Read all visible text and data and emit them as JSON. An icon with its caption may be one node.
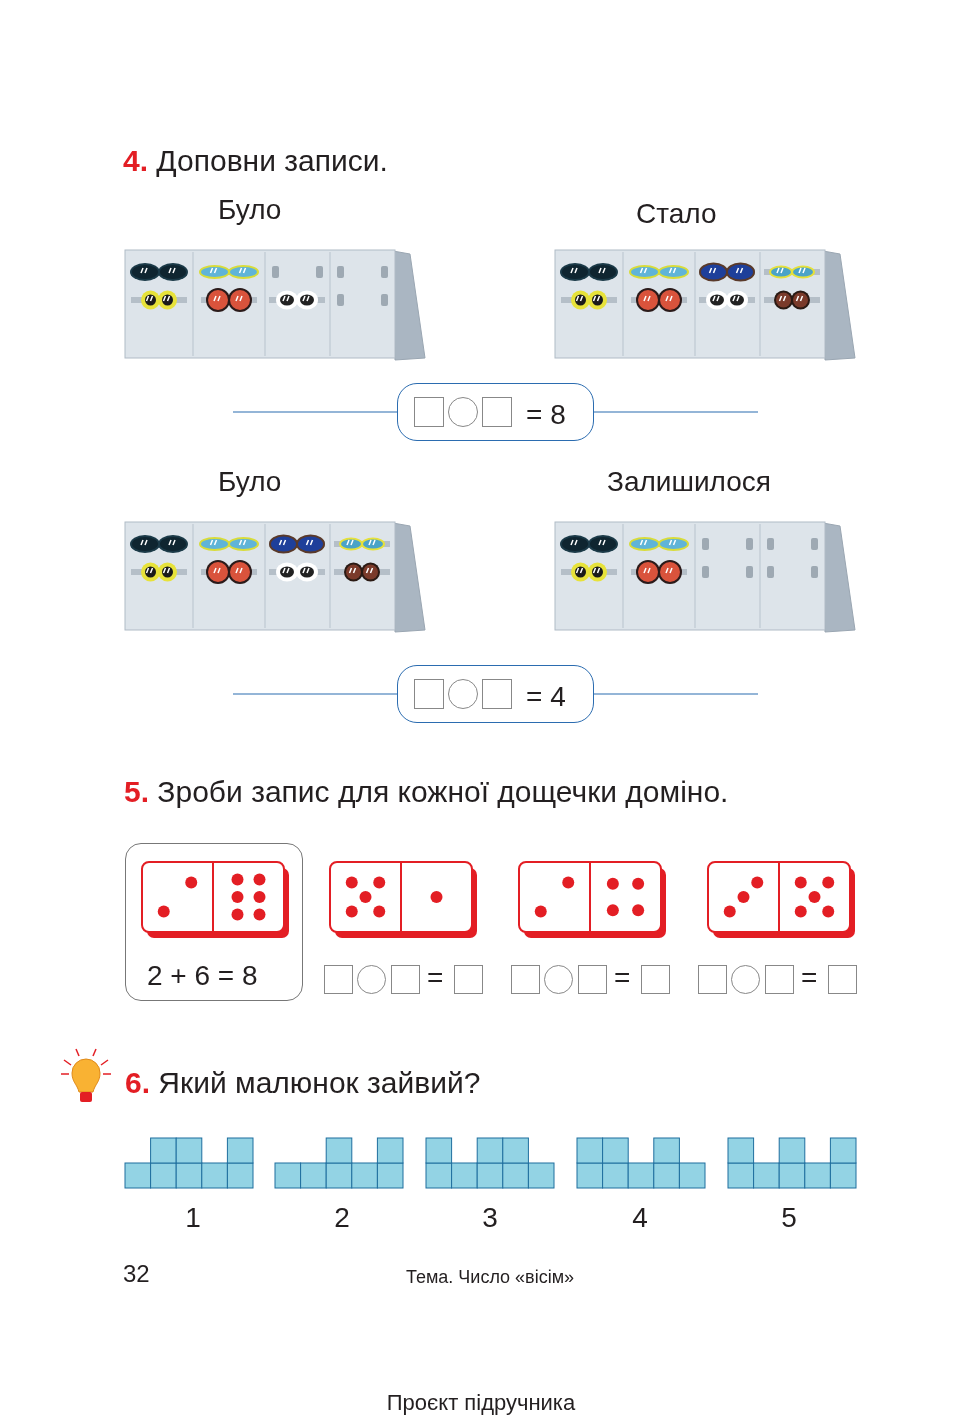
{
  "diagram": {
    "nodes": [
      {
        "text": [
          "= 8"
        ]
      },
      {
        "text": [
          "= 4"
        ]
      },
      {
        "text": [
          "2 + 6 = 8"
        ]
      }
    ],
    "edges": [],
    "labels": [
      "**4.** Доповни записи.",
      "Було",
      "Стало",
      "Було",
      "Залишилося",
      "**5.** Зроби запис для кожної дощечки доміно.",
      "=",
      "=",
      "=",
      "**6.** Який малюнок зайвий?",
      "1",
      "2",
      "3",
      "4",
      "5",
      "32",
      "Тема. Число «вісім»",
      "Проєкт підручника"
    ]
  }
}
